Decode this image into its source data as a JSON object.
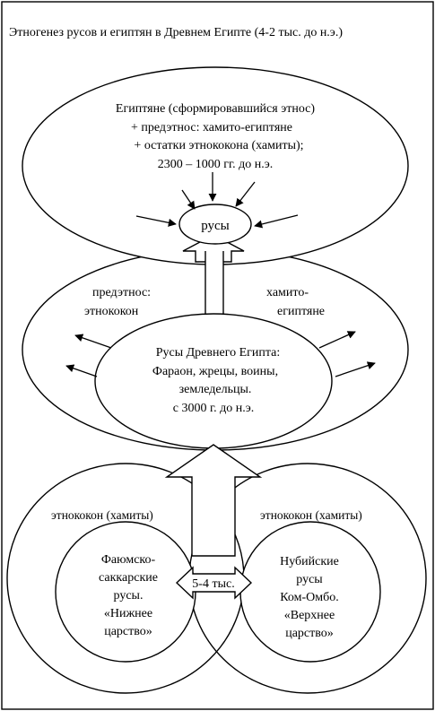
{
  "title": "Этногенез русов и египтян в Древнем Египте (4-2 тыс. до н.э.)",
  "top_ellipse": {
    "lines": [
      "Египтяне (сформировавшийся этнос)",
      "+  предэтнос: хамито-египтяне",
      "+ остатки этнококона (хамиты);",
      "2300 – 1000 гг. до н.э."
    ]
  },
  "rusy_label": "русы",
  "middle_ellipse": {
    "left_lines": [
      "предэтнос:",
      "этнококон"
    ],
    "right_lines": [
      "хамито-",
      "египтяне"
    ]
  },
  "inner_ellipse": {
    "lines": [
      "Русы Древнего Египта:",
      "Фараон, жрецы, воины,",
      "земледельцы.",
      "с 3000 г. до н.э."
    ]
  },
  "bottom_left": {
    "outer_label": "этнококон (хамиты)",
    "lines": [
      "Фаюмско-",
      "саккарские",
      "русы.",
      "«Нижнее",
      "царство»"
    ]
  },
  "bottom_right": {
    "outer_label": "этнококон (хамиты)",
    "lines": [
      "Нубийские",
      "русы",
      "Ком-Омбо.",
      "«Верхнее",
      "царство»"
    ]
  },
  "connector_label": "5-4 тыс."
}
